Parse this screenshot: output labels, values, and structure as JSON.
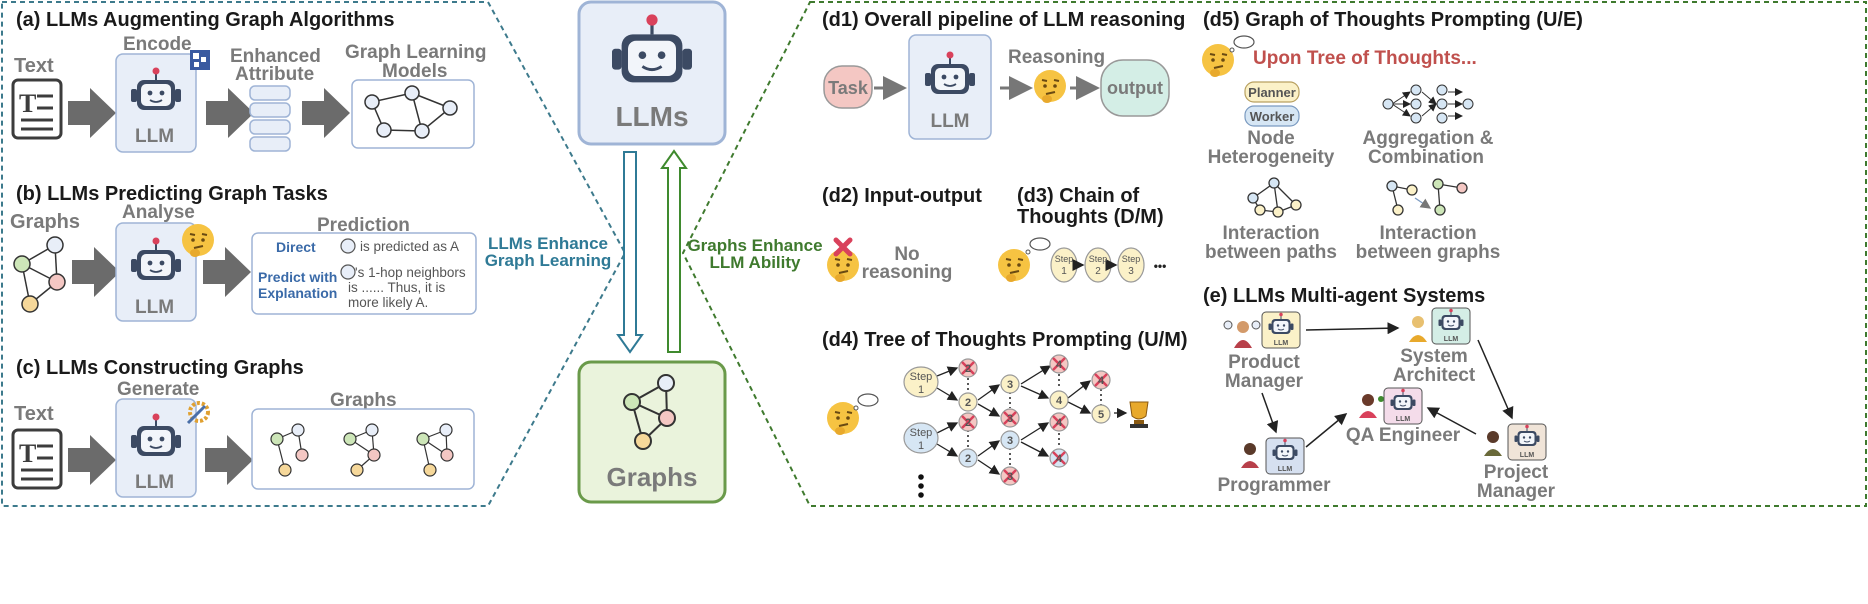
{
  "a": {
    "title": "(a) LLMs Augmenting Graph Algorithms",
    "text": "Text",
    "encode": "Encode",
    "llm": "LLM",
    "enhanced1": "Enhanced",
    "enhanced2": "Attribute",
    "models1": "Graph Learning",
    "models2": "Models"
  },
  "b": {
    "title": "(b) LLMs Predicting Graph Tasks",
    "graphs": "Graphs",
    "analyse": "Analyse",
    "llm": "LLM",
    "prediction": "Prediction",
    "direct": "Direct",
    "direct_text": "is predicted as A",
    "predict1": "Predict with",
    "predict2": "Explanation",
    "expl1": "'s 1-hop neighbors",
    "expl2": "is ......   Thus, it is",
    "expl3": "more likely A."
  },
  "c": {
    "title": "(c) LLMs Constructing Graphs",
    "text": "Text",
    "generate": "Generate",
    "llm": "LLM",
    "graphs": "Graphs"
  },
  "center": {
    "llms": "LLMs",
    "graphs": "Graphs",
    "left1": "LLMs Enhance",
    "left2": "Graph Learning",
    "right1": "Graphs Enhance",
    "right2": "LLM Ability"
  },
  "d1": {
    "title": "(d1) Overall pipeline of LLM reasoning",
    "task": "Task",
    "llm": "LLM",
    "reasoning": "Reasoning",
    "output": "output"
  },
  "d2": {
    "title": "(d2) Input-output",
    "no1": "No",
    "no2": "reasoning"
  },
  "d3": {
    "title1": "(d3) Chain of",
    "title2": "Thoughts (D/M)",
    "step": "Step",
    "n1": "1",
    "n2": "2",
    "n3": "3",
    "dots": "•••"
  },
  "d4": {
    "title": "(d4) Tree of Thoughts Prompting (U/M)",
    "step": "Step",
    "one": "1",
    "two": "2",
    "three": "3",
    "four": "4",
    "five": "5"
  },
  "d5": {
    "title": "(d5) Graph of Thoughts Prompting (U/E)",
    "upon": "Upon Tree of Thoughts...",
    "planner": "Planner",
    "worker": "Worker",
    "node1": "Node",
    "node2": "Heterogeneity",
    "agg1": "Aggregation &",
    "agg2": "Combination",
    "paths1": "Interaction",
    "paths2": "between paths",
    "graphs1": "Interaction",
    "graphs2": "between graphs"
  },
  "e": {
    "title": "(e) LLMs Multi-agent Systems",
    "llm": "LLM",
    "pm1": "Product",
    "pm2": "Manager",
    "sa1": "System",
    "sa2": "Architect",
    "qa": "QA Engineer",
    "prog": "Programmer",
    "proj1": "Project",
    "proj2": "Manager"
  },
  "colors": {
    "left_border": "#3d7a8c",
    "right_border": "#3f7a2e",
    "llm_box": "#e8eef8",
    "graph_box": "#eaf3dc",
    "red_text": "#c0504d",
    "blue_arrow": "#2f7a96",
    "green_arrow": "#3f8a2e"
  }
}
